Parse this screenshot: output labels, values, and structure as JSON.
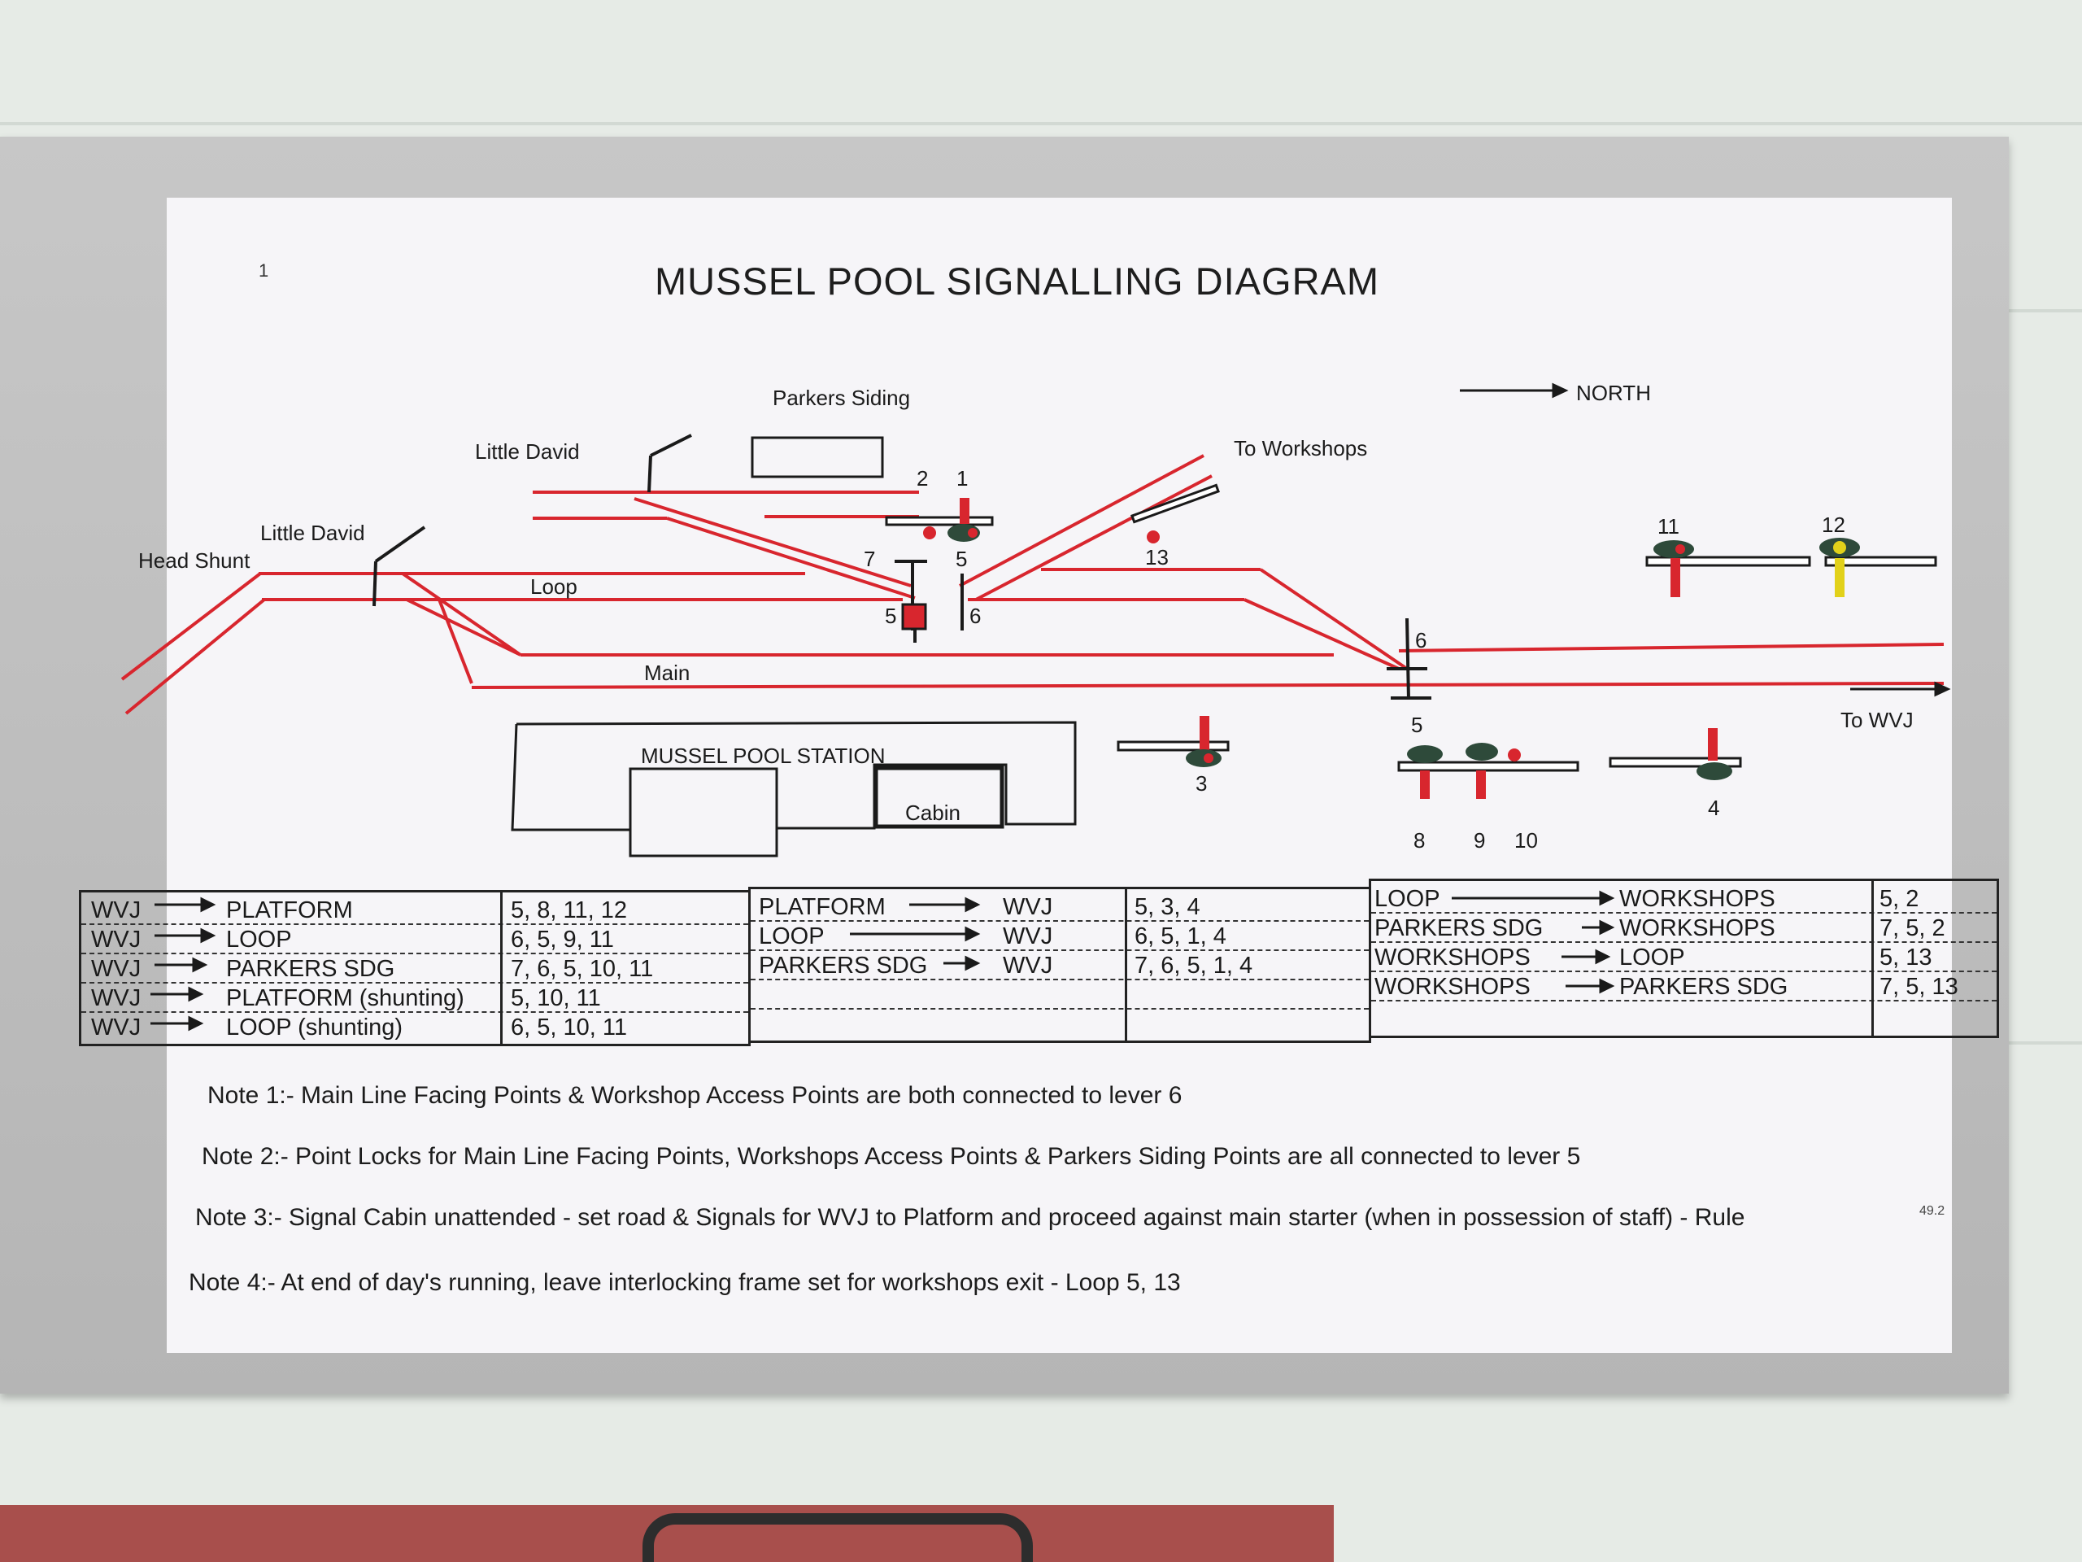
{
  "title": "MUSSEL POOL SIGNALLING DIAGRAM",
  "page_number": "1",
  "north_label": "NORTH",
  "places": {
    "parkers_siding": "Parkers Siding",
    "little_david_upper": "Little David",
    "little_david_lower": "Little David",
    "head_shunt": "Head Shunt",
    "loop": "Loop",
    "main": "Main",
    "to_workshops": "To Workshops",
    "to_wvj": "To WVJ",
    "station": "MUSSEL POOL STATION",
    "cabin": "Cabin"
  },
  "levers": {
    "l1": "1",
    "l2": "2",
    "l7": "7",
    "l5a": "5",
    "l5b": "5",
    "l6a": "6",
    "l13": "13",
    "l11": "11",
    "l12": "12",
    "l6b": "6",
    "l5c": "5",
    "l3": "3",
    "l8": "8",
    "l9": "9",
    "l10": "10",
    "l4": "4"
  },
  "colors": {
    "track": "#d8262e",
    "signal_green": "#2e4a3a",
    "signal_yellow": "#e2d11a"
  },
  "tables": [
    {
      "rows": [
        {
          "from": "WVJ",
          "to": "PLATFORM",
          "levers": "5, 8, 11, 12"
        },
        {
          "from": "WVJ",
          "to": "LOOP",
          "levers": "6, 5, 9, 11"
        },
        {
          "from": "WVJ",
          "to": "PARKERS SDG",
          "levers": "7, 6, 5, 10, 11"
        },
        {
          "from": "WVJ",
          "to": "PLATFORM (shunting)",
          "levers": "5, 10, 11"
        },
        {
          "from": "WVJ",
          "to": "LOOP (shunting)",
          "levers": "6, 5, 10, 11"
        }
      ]
    },
    {
      "rows": [
        {
          "from": "PLATFORM",
          "to": "WVJ",
          "levers": "5, 3, 4"
        },
        {
          "from": "LOOP",
          "to": "WVJ",
          "levers": "6, 5, 1, 4"
        },
        {
          "from": "PARKERS SDG",
          "to": "WVJ",
          "levers": "7, 6, 5, 1, 4"
        }
      ]
    },
    {
      "rows": [
        {
          "from": "LOOP",
          "to": "WORKSHOPS",
          "levers": "5, 2"
        },
        {
          "from": "PARKERS SDG",
          "to": "WORKSHOPS",
          "levers": "7, 5, 2"
        },
        {
          "from": "WORKSHOPS",
          "to": "LOOP",
          "levers": "5, 13"
        },
        {
          "from": "WORKSHOPS",
          "to": "PARKERS SDG",
          "levers": "7, 5, 13"
        }
      ]
    }
  ],
  "notes": [
    "Note 1:- Main Line Facing Points & Workshop Access Points are both connected to lever 6",
    "Note 2:- Point Locks for Main Line Facing Points, Workshops Access Points & Parkers Siding Points are all connected to lever 5",
    "Note 3:- Signal Cabin unattended - set road & Signals for WVJ to Platform and proceed against main starter (when in possession of staff) - Rule",
    "Note 4:- At end of day's running, leave interlocking frame set for workshops exit - Loop     5, 13"
  ],
  "stamp": "49.2"
}
